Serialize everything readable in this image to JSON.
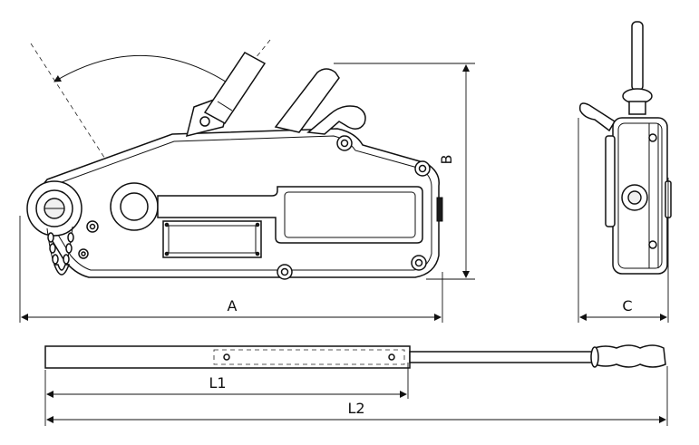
{
  "dimensions": {
    "A": "A",
    "B": "B",
    "C": "C",
    "L1": "L1",
    "L2": "L2"
  },
  "colors": {
    "ink": "#111111",
    "background": "#ffffff"
  }
}
